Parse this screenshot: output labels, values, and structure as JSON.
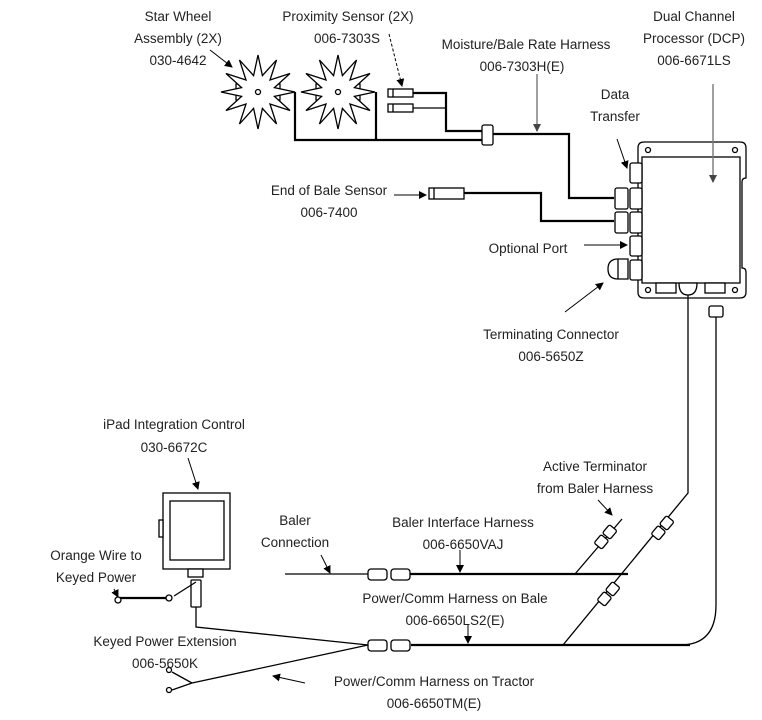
{
  "labels": {
    "star_wheel": [
      "Star Wheel",
      "Assembly (2X)",
      "030-4642"
    ],
    "proximity_sensor": [
      "Proximity Sensor (2X)",
      "006-7303S"
    ],
    "moisture_harness": [
      "Moisture/Bale Rate Harness",
      "006-7303H(E)"
    ],
    "dcp": [
      "Dual Channel",
      "Processor (DCP)",
      "006-6671LS"
    ],
    "data_transfer": [
      "Data",
      "Transfer"
    ],
    "end_of_bale": [
      "End of Bale Sensor",
      "006-7400"
    ],
    "optional_port": [
      "Optional Port"
    ],
    "terminating_connector": [
      "Terminating Connector",
      "006-5650Z"
    ],
    "ipad_control": [
      "iPad Integration Control",
      "030-6672C"
    ],
    "active_terminator": [
      "Active Terminator",
      "from Baler Harness"
    ],
    "baler_connection": [
      "Baler",
      "Connection"
    ],
    "baler_interface": [
      "Baler Interface Harness",
      "006-6650VAJ"
    ],
    "orange_wire": [
      "Orange Wire to",
      "Keyed Power"
    ],
    "power_comm_bale": [
      "Power/Comm Harness on Bale",
      "006-6650LS2(E)"
    ],
    "keyed_power_ext": [
      "Keyed Power Extension",
      "006-5650K"
    ],
    "power_comm_tractor": [
      "Power/Comm Harness on Tractor",
      "006-6650TM(E)"
    ]
  }
}
